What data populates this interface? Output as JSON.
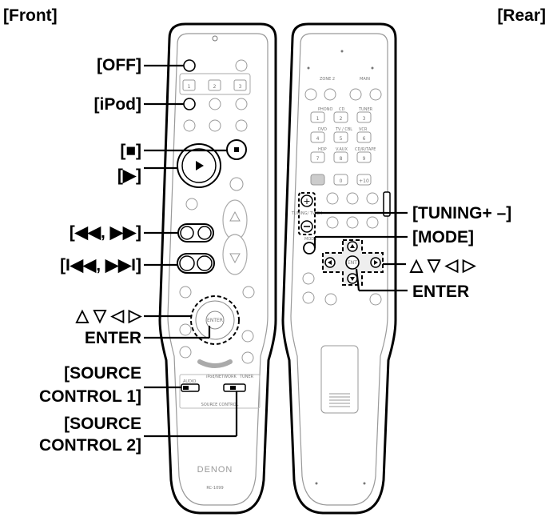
{
  "headers": {
    "front": "[Front]",
    "rear": "[Rear]"
  },
  "front_labels": {
    "off": "[OFF]",
    "ipod": "[iPod]",
    "stop": "[■]",
    "play": "[▶]",
    "skip": "[◀◀, ▶▶]",
    "chapter": "[I◀◀, ▶▶I]",
    "cursor": "△ ▽ ◁ ▷",
    "enter": "ENTER",
    "source1_line1": "[SOURCE",
    "source1_line2": "CONTROL 1]",
    "source2_line1": "[SOURCE",
    "source2_line2": "CONTROL 2]"
  },
  "rear_labels": {
    "tuning": "[TUNING+ –]",
    "mode": "[MODE]",
    "cursor": "△ ▽ ◁ ▷",
    "enter": "ENTER"
  },
  "remote_printing": {
    "brand": "DENON",
    "model": "RC-1099",
    "enter_key": "ENTER",
    "ent_key": "ENT",
    "tuning_key": "TUNING/ TV CH",
    "mode_key": "MODE",
    "source_audio": "AUDIO",
    "source_ipod_net": "iPod/NETWORK",
    "source_tuner": "TUNER",
    "source_control": "SOURCE CONTROL",
    "rear_keys": [
      "1",
      "2",
      "3",
      "4",
      "5",
      "6",
      "7",
      "8",
      "9",
      "0",
      "+10"
    ],
    "rear_row_labels": [
      "ZONE 2",
      "MAIN",
      "PHONO",
      "CD",
      "TUNER",
      "DVD",
      "TV / CBL",
      "VCR",
      "HDP",
      "V.AUX",
      "CD/R/TAPE"
    ],
    "front_keys": [
      "1",
      "2",
      "3"
    ]
  }
}
